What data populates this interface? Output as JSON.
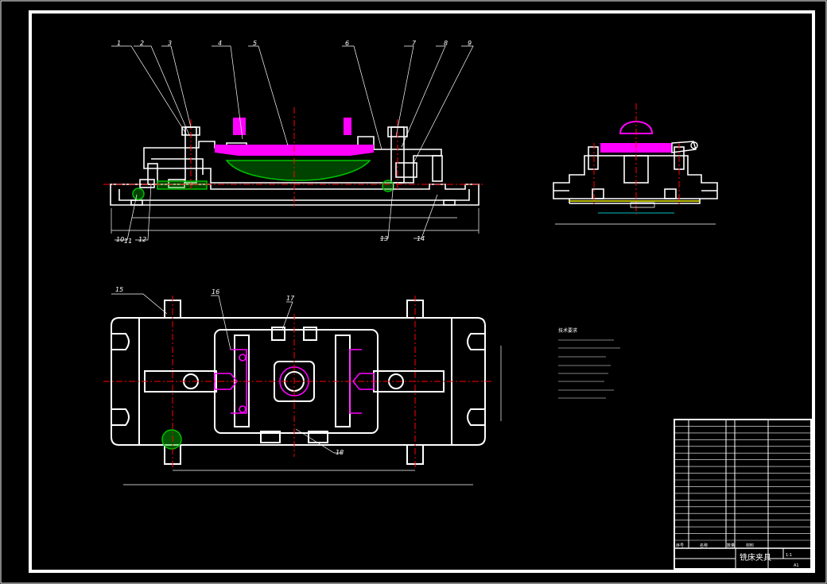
{
  "drawing": {
    "title": "铣床夹具",
    "scale": "1:1",
    "sheet_size": "A1"
  },
  "callouts_front": [
    "1",
    "2",
    "3",
    "4",
    "5",
    "6",
    "7",
    "8",
    "9"
  ],
  "callouts_front_bottom": [
    "10",
    "11",
    "12",
    "13",
    "14"
  ],
  "callouts_plan": [
    "15",
    "16",
    "17",
    "18"
  ],
  "notes": {
    "heading": "技术要求"
  },
  "title_block": {
    "header_seq": "序号",
    "header_name": "名称",
    "header_qty": "数量",
    "header_material": "材料",
    "row_count": 18
  },
  "colors": {
    "background": "#000000",
    "outline": "#ffffff",
    "magenta": "#ff00ff",
    "green": "#00c000",
    "red": "#ff0000",
    "yellow": "#ffff00",
    "cyan": "#00ffff"
  }
}
